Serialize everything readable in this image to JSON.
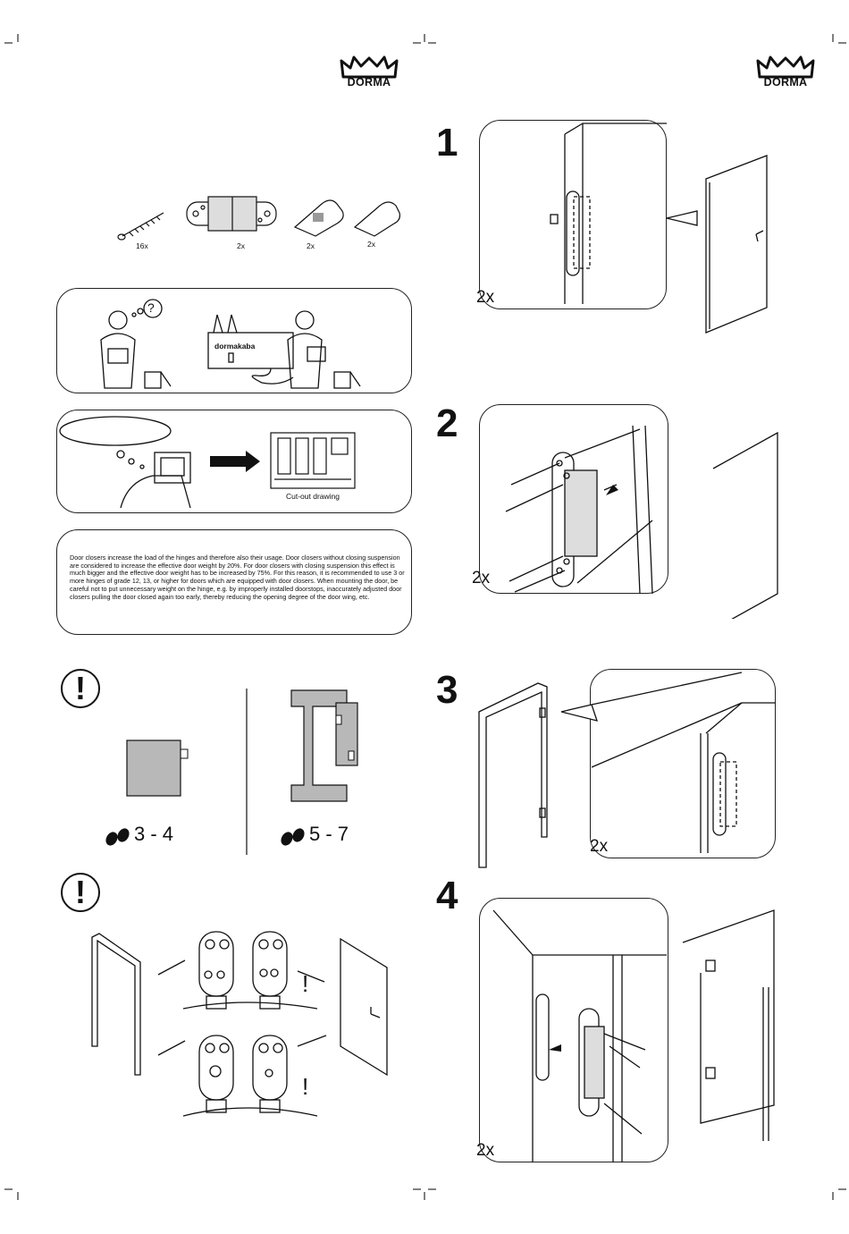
{
  "brand": {
    "left": "DORMA",
    "right": "DORMA"
  },
  "parts": [
    {
      "icon": "screw-icon",
      "qty": "16x"
    },
    {
      "icon": "hinge-icon",
      "qty": "2x"
    },
    {
      "icon": "template-card-icon",
      "qty": "2x"
    },
    {
      "icon": "blank-card-icon",
      "qty": "2x"
    }
  ],
  "factory_label": "dormakaba",
  "cutout_caption": "Cut-out drawing",
  "note_text": "Door closers increase the load of the hinges and therefore also their usage. Door closers without closing suspension are considered to increase the effective door weight by 20%. For door closers with closing suspension this effect is much bigger and the effective door weight has to be increased by 75%. For this reason, it is recommended to use 3 or more hinges of grade 12, 13, or higher for doors which are equipped with door closers. When mounting the door, be careful not to put unnecessary weight on the hinge, e.g. by improperly installed doorstops, inaccurately adjusted door closers pulling the door closed again too early, thereby reducing the opening degree of the door wing, etc.",
  "warning_mark": "!",
  "persons": {
    "left": "3 - 4",
    "right": "5 - 7"
  },
  "question_mark": "?",
  "exclamation": "!",
  "steps": [
    {
      "num": "1",
      "multiplier": "2x"
    },
    {
      "num": "2",
      "multiplier": "2x"
    },
    {
      "num": "3",
      "multiplier": "2x"
    },
    {
      "num": "4",
      "multiplier": "2x"
    }
  ]
}
